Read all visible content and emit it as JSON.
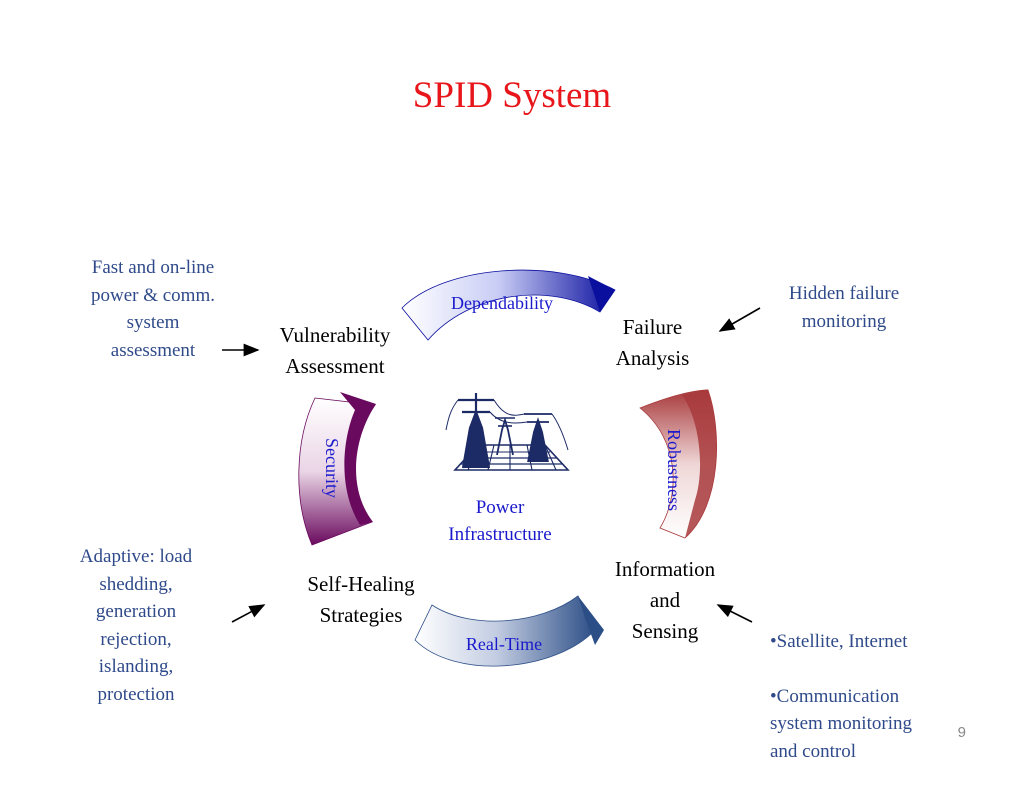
{
  "slide": {
    "title": "SPID System",
    "page_number": "9"
  },
  "nodes": {
    "vulnerability": "Vulnerability\nAssessment",
    "failure": "Failure\nAnalysis",
    "information": "Information\nand\nSensing",
    "self_healing": "Self-Healing\nStrategies"
  },
  "arcs": {
    "dependability": "Dependability",
    "robustness": "Robustness",
    "real_time": "Real-Time",
    "security": "Security"
  },
  "center": {
    "label": "Power\nInfrastructure",
    "icon": "power-tower-icon"
  },
  "notes": {
    "top_left": "Fast and on-line\npower & comm.\nsystem\nassessment",
    "top_right": "Hidden failure\nmonitoring",
    "bottom_left": "Adaptive: load\nshedding,\ngeneration\nrejection,\nislanding,\nprotection",
    "bottom_right": [
      "•Satellite, Internet",
      "•Communication\nsystem monitoring\nand control"
    ]
  },
  "colors": {
    "title": "#e8161b",
    "dependability": "#0b0f9e",
    "robustness": "#a83a3c",
    "real_time": "#2c4e86",
    "security": "#6a0a5e",
    "notes": "#2f4a8a",
    "arc_text": "#1a1acc"
  }
}
